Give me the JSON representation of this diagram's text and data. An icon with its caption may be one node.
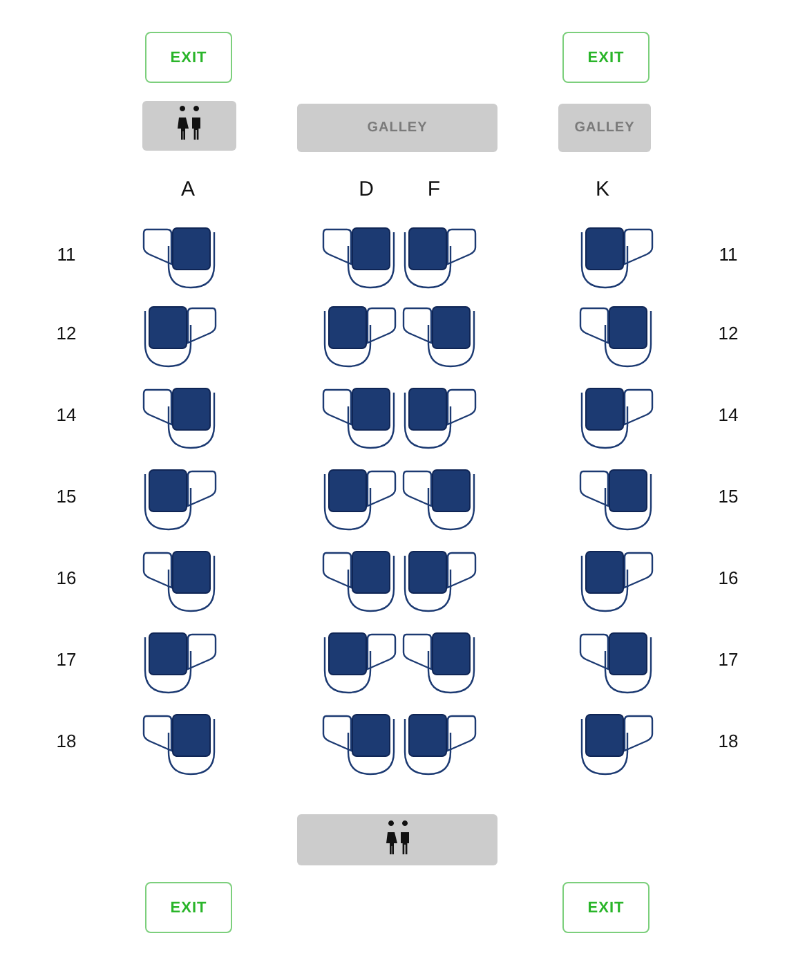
{
  "diagram": {
    "nodes": [
      {
        "text": [
          "EXIT"
        ]
      },
      {
        "text": [
          "EXIT"
        ]
      },
      {
        "text": [],
        "shape": "box"
      },
      {
        "text": [
          "GALLEY"
        ]
      },
      {
        "text": [
          "GALLEY"
        ]
      },
      {
        "text": [],
        "shape": "box"
      },
      {
        "text": [
          "EXIT"
        ]
      },
      {
        "text": [
          "EXIT"
        ]
      }
    ],
    "labels": [
      "A",
      "D",
      "F",
      "K",
      "11",
      "11",
      "12",
      "12",
      "14",
      "14",
      "15",
      "15",
      "16",
      "16",
      "17",
      "17",
      "18",
      "18"
    ]
  }
}
